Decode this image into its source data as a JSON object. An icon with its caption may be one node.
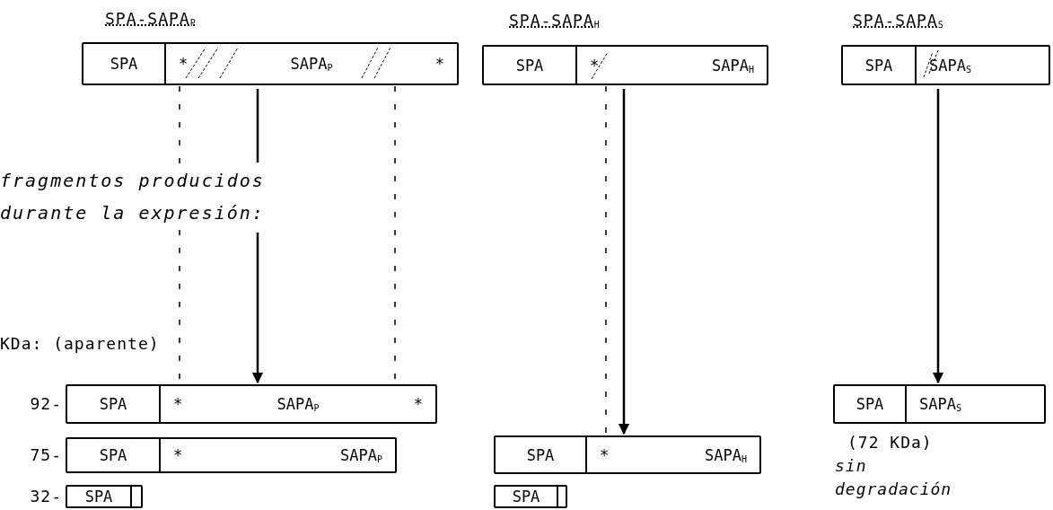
{
  "diagram": {
    "nodes": [
      {
        "text": [],
        "shape": "bar"
      },
      {
        "text": [
          "SPA"
        ],
        "in": 0
      },
      {
        "text": [
          "*",
          "SAPA$_{P}$",
          "*"
        ],
        "in": 0
      },
      {
        "text": [],
        "shape": "bar"
      },
      {
        "text": [
          "SPA"
        ],
        "in": 3
      },
      {
        "text": [
          "*",
          "SAPA$_{H}$"
        ],
        "in": 3
      },
      {
        "text": [],
        "shape": "bar"
      },
      {
        "text": [
          "SPA"
        ],
        "in": 6
      },
      {
        "text": [
          "SAPA$_{S}$"
        ],
        "in": 6
      },
      {
        "text": [
          "fragmentos producidos durante la expresión:"
        ]
      },
      {
        "text": [],
        "shape": "bar",
        "beside": [
          "92-"
        ]
      },
      {
        "text": [
          "SPA"
        ],
        "in": 10
      },
      {
        "text": [
          "*",
          "SAPA$_{P}$",
          "*"
        ],
        "in": 10
      },
      {
        "text": [],
        "shape": "bar",
        "beside": [
          "75-"
        ]
      },
      {
        "text": [
          "SPA"
        ],
        "in": 13
      },
      {
        "text": [
          "*",
          "SAPA$_{P}$"
        ],
        "in": 13
      },
      {
        "text": [],
        "shape": "bar",
        "beside": [
          "32-"
        ]
      },
      {
        "text": [
          "SPA"
        ],
        "in": 16
      },
      {
        "text": [],
        "shape": "box",
        "in": 16
      },
      {
        "text": [],
        "shape": "bar"
      },
      {
        "text": [
          "SPA"
        ],
        "in": 19
      },
      {
        "text": [
          "*",
          "SAPA$_{H}$"
        ],
        "in": 19
      },
      {
        "text": [],
        "shape": "bar"
      },
      {
        "text": [
          "SPA"
        ],
        "in": 22
      },
      {
        "text": [],
        "shape": "box",
        "in": 22
      },
      {
        "text": [],
        "shape": "bar",
        "beside": [
          "(72 KDa)",
          "sin degradación"
        ]
      },
      {
        "text": [
          "SPA"
        ],
        "in": 25
      },
      {
        "text": [
          "SAPA$_{S}$"
        ],
        "in": 25
      }
    ],
    "edges": [
      {
        "from": 0,
        "to": 9,
        "arrow": "none"
      },
      {
        "from": 9,
        "to": 10,
        "arrow": "to"
      },
      {
        "from": 3,
        "to": 19,
        "arrow": "to"
      },
      {
        "from": 6,
        "to": 25,
        "arrow": "to"
      },
      {
        "from": 2,
        "to": 9,
        "arrow": "none",
        "style": "dashed"
      },
      {
        "from": 9,
        "to": 10,
        "arrow": "none",
        "style": "dashed"
      },
      {
        "from": 2,
        "to": 10,
        "arrow": "none",
        "style": "dashed"
      },
      {
        "from": 5,
        "to": 19,
        "arrow": "none",
        "style": "dashed"
      }
    ],
    "labels": [
      "SPA-SAPA$_{P}$",
      "SPA-SAPA$_{H}$",
      "SPA-SAPA$_{S}$",
      "KDa: (aparente)"
    ]
  }
}
